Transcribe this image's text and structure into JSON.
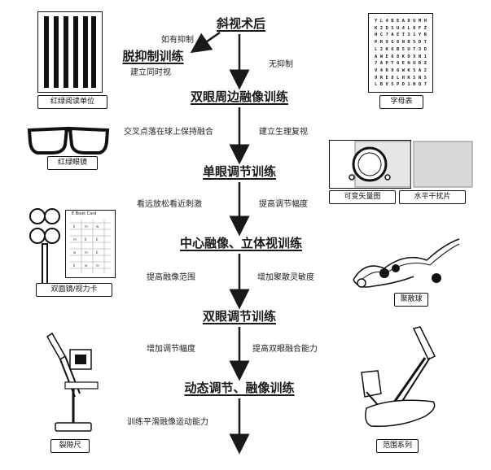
{
  "flow": {
    "steps": [
      "斜视术后",
      "脱抑制训练",
      "双眼周边融像训练",
      "单眼调节训练",
      "中心融像、立体视训练",
      "双眼调节训练",
      "动态调节、融像训练"
    ],
    "side_notes": {
      "has_suppression": "如有抑制",
      "build_simultaneous": "建立同时视",
      "no_suppression": "无抑制",
      "cross_point_fusion": "交叉点落在球上保持融合",
      "restore_physiological_diplopia": "建立生理复视",
      "relax_far_near": "看远放松看近刺激",
      "raise_accommodation_amp_1": "提高调节幅度",
      "expand_fusion_range": "提高融像范围",
      "vergence_agility": "增加聚散灵敏度",
      "increase_accommodation_amp": "增加调节幅度",
      "raise_binocular_fusion": "提高双眼融合能力",
      "dynamic_fusion_training": "训练平滑融像运动能力"
    }
  },
  "tools": {
    "red_green_reading": "红绿阅读单位",
    "red_green_glasses": "红绿眼镜",
    "flip_lens_card": "双面镜/视力卡",
    "aperture_rule": "裂隙尺",
    "letter_chart": "字母表",
    "variable_vectogram": "可变矢量图",
    "tranaglyph_card": "水平干扰片",
    "brock_string": "聚散球",
    "range_series": "范围系列"
  },
  "letter_chart_rows": [
    "Y L 4 B E A 8 U M H",
    "K 2 D S U 4 L 0 F Z",
    "H C 7 A E T 3 1 Y R",
    "P R 9 G 6 N R 5 D T",
    "L 2 K 6 B 5 U T 3 D",
    "A W E 6 8 K O X N 1",
    "7 A P T 6 E N U R Z",
    "V 4 R 9 6 W K S A 2",
    "9 R E 8 L H K 5 N 5",
    "L B V 5 P D 1 N Q 7"
  ],
  "acuity_card_title": "E Book Card",
  "colors": {
    "ink": "#1a1a1a",
    "grey": "#888888",
    "light": "#e6e6e6"
  }
}
